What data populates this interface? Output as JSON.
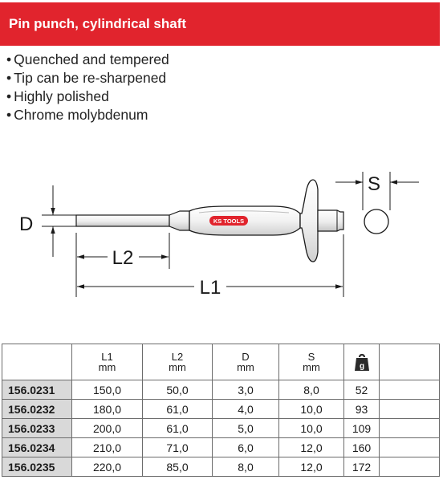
{
  "header": {
    "title": "Pin punch, cylindrical shaft"
  },
  "features": [
    "Quenched and tempered",
    "Tip can be re-sharpened",
    "Highly polished",
    "Chrome molybdenum"
  ],
  "drawing": {
    "labels": {
      "d": "D",
      "l1": "L1",
      "l2": "L2",
      "s": "S"
    },
    "brand": "KS TOOLS"
  },
  "table": {
    "headers": [
      {
        "name": "L1",
        "unit": "mm"
      },
      {
        "name": "L2",
        "unit": "mm"
      },
      {
        "name": "D",
        "unit": "mm"
      },
      {
        "name": "S",
        "unit": "mm"
      }
    ],
    "weight_icon": "weight-icon",
    "weight_icon_letter": "g",
    "rows": [
      {
        "art": "156.0231",
        "l1": "150,0",
        "l2": "50,0",
        "d": "3,0",
        "s": "8,0",
        "g": "52"
      },
      {
        "art": "156.0232",
        "l1": "180,0",
        "l2": "61,0",
        "d": "4,0",
        "s": "10,0",
        "g": "93"
      },
      {
        "art": "156.0233",
        "l1": "200,0",
        "l2": "61,0",
        "d": "5,0",
        "s": "10,0",
        "g": "109"
      },
      {
        "art": "156.0234",
        "l1": "210,0",
        "l2": "71,0",
        "d": "6,0",
        "s": "12,0",
        "g": "160"
      },
      {
        "art": "156.0235",
        "l1": "220,0",
        "l2": "85,0",
        "d": "8,0",
        "s": "12,0",
        "g": "172"
      }
    ]
  }
}
